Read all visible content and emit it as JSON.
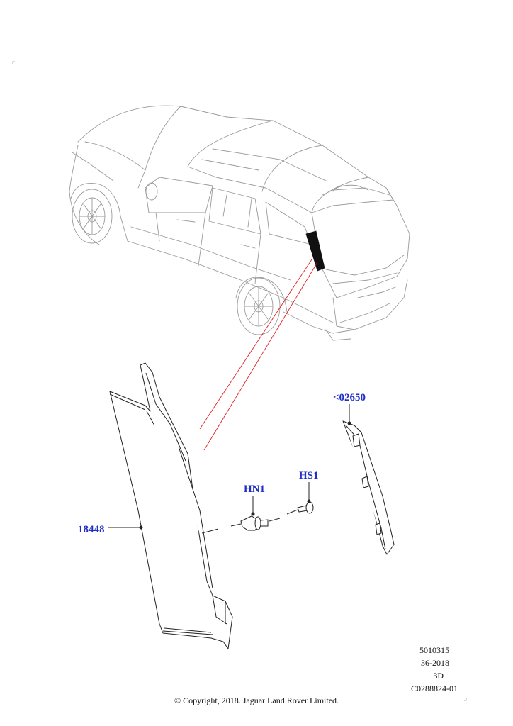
{
  "callouts": {
    "c02650": "<02650",
    "hn1": "HN1",
    "hs1": "HS1",
    "p18448": "18448"
  },
  "reference": {
    "line1": "5010315",
    "line2": "36-2018",
    "line3": "3D",
    "line4": "C0288824-01"
  },
  "copyright": "© Copyright, 2018. Jaguar Land Rover Limited.",
  "colors": {
    "callout": "#1f2fc8",
    "leader": "#e02020",
    "line": "#222222",
    "highlight": "#111111"
  }
}
